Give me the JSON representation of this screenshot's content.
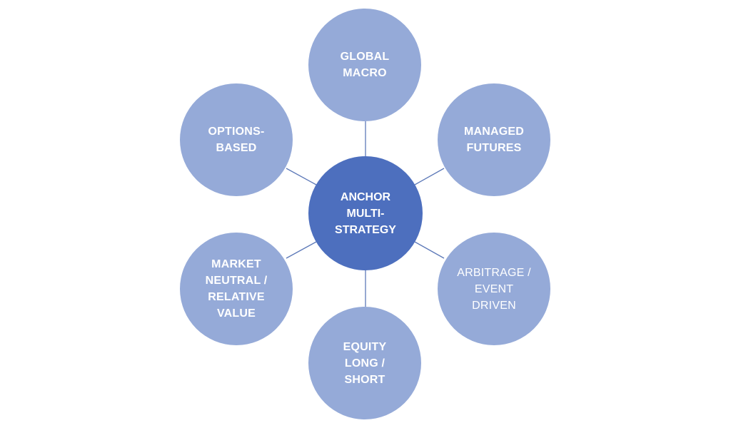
{
  "diagram": {
    "center": {
      "label": "ANCHOR\nMULTI-\nSTRATEGY"
    },
    "nodes": {
      "global_macro": {
        "label": "GLOBAL\nMACRO"
      },
      "managed_futures": {
        "label": "MANAGED\nFUTURES"
      },
      "arbitrage_event_driven": {
        "label": "ARBITRAGE /\nEVENT\nDRIVEN"
      },
      "equity_long_short": {
        "label": "EQUITY\nLONG /\nSHORT"
      },
      "market_neutral_relative_value": {
        "label": "MARKET\nNEUTRAL /\nRELATIVE\nVALUE"
      },
      "options_based": {
        "label": "OPTIONS-\nBASED"
      }
    },
    "colors": {
      "center_fill": "#4d6fbe",
      "outer_fill": "#95aad8",
      "connector": "#5d79b8",
      "text": "#ffffff"
    }
  }
}
